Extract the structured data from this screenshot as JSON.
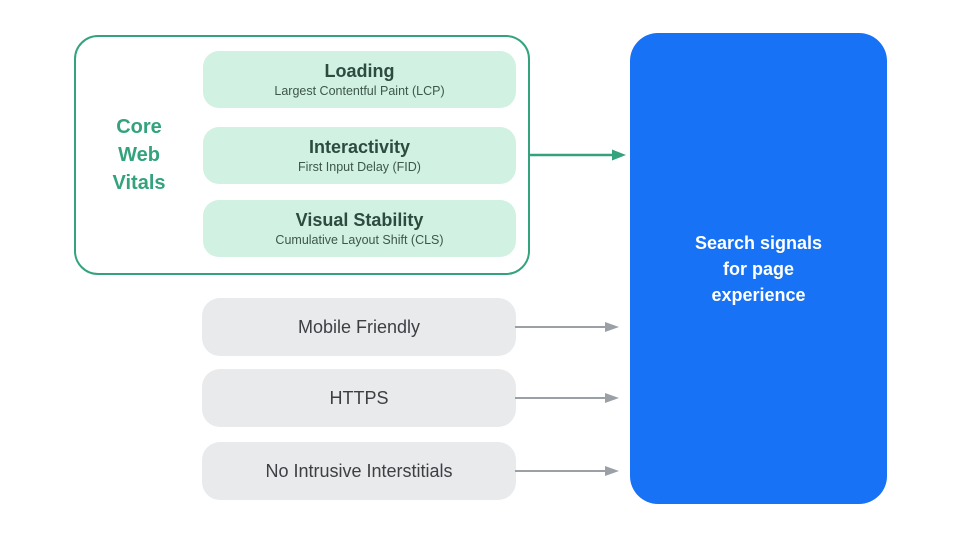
{
  "colors": {
    "green": "#34A37D",
    "mint": "#D1F1E3",
    "blue": "#1772F6",
    "gray_fill": "#E9EAEC",
    "gray_arrow": "#9AA0A6",
    "dark_text": "#3C4043",
    "green_dark_text": "#2E4B40"
  },
  "core_web_vitals": {
    "label_lines": [
      "Core",
      "Web",
      "Vitals"
    ],
    "items": [
      {
        "title": "Loading",
        "subtitle": "Largest Contentful Paint (LCP)"
      },
      {
        "title": "Interactivity",
        "subtitle": "First Input Delay (FID)"
      },
      {
        "title": "Visual Stability",
        "subtitle": "Cumulative Layout Shift (CLS)"
      }
    ]
  },
  "other_signals": [
    {
      "label": "Mobile Friendly"
    },
    {
      "label": "HTTPS"
    },
    {
      "label": "No Intrusive Interstitials"
    }
  ],
  "result_panel": {
    "label_lines": [
      "Search signals",
      "for page",
      "experience"
    ]
  }
}
